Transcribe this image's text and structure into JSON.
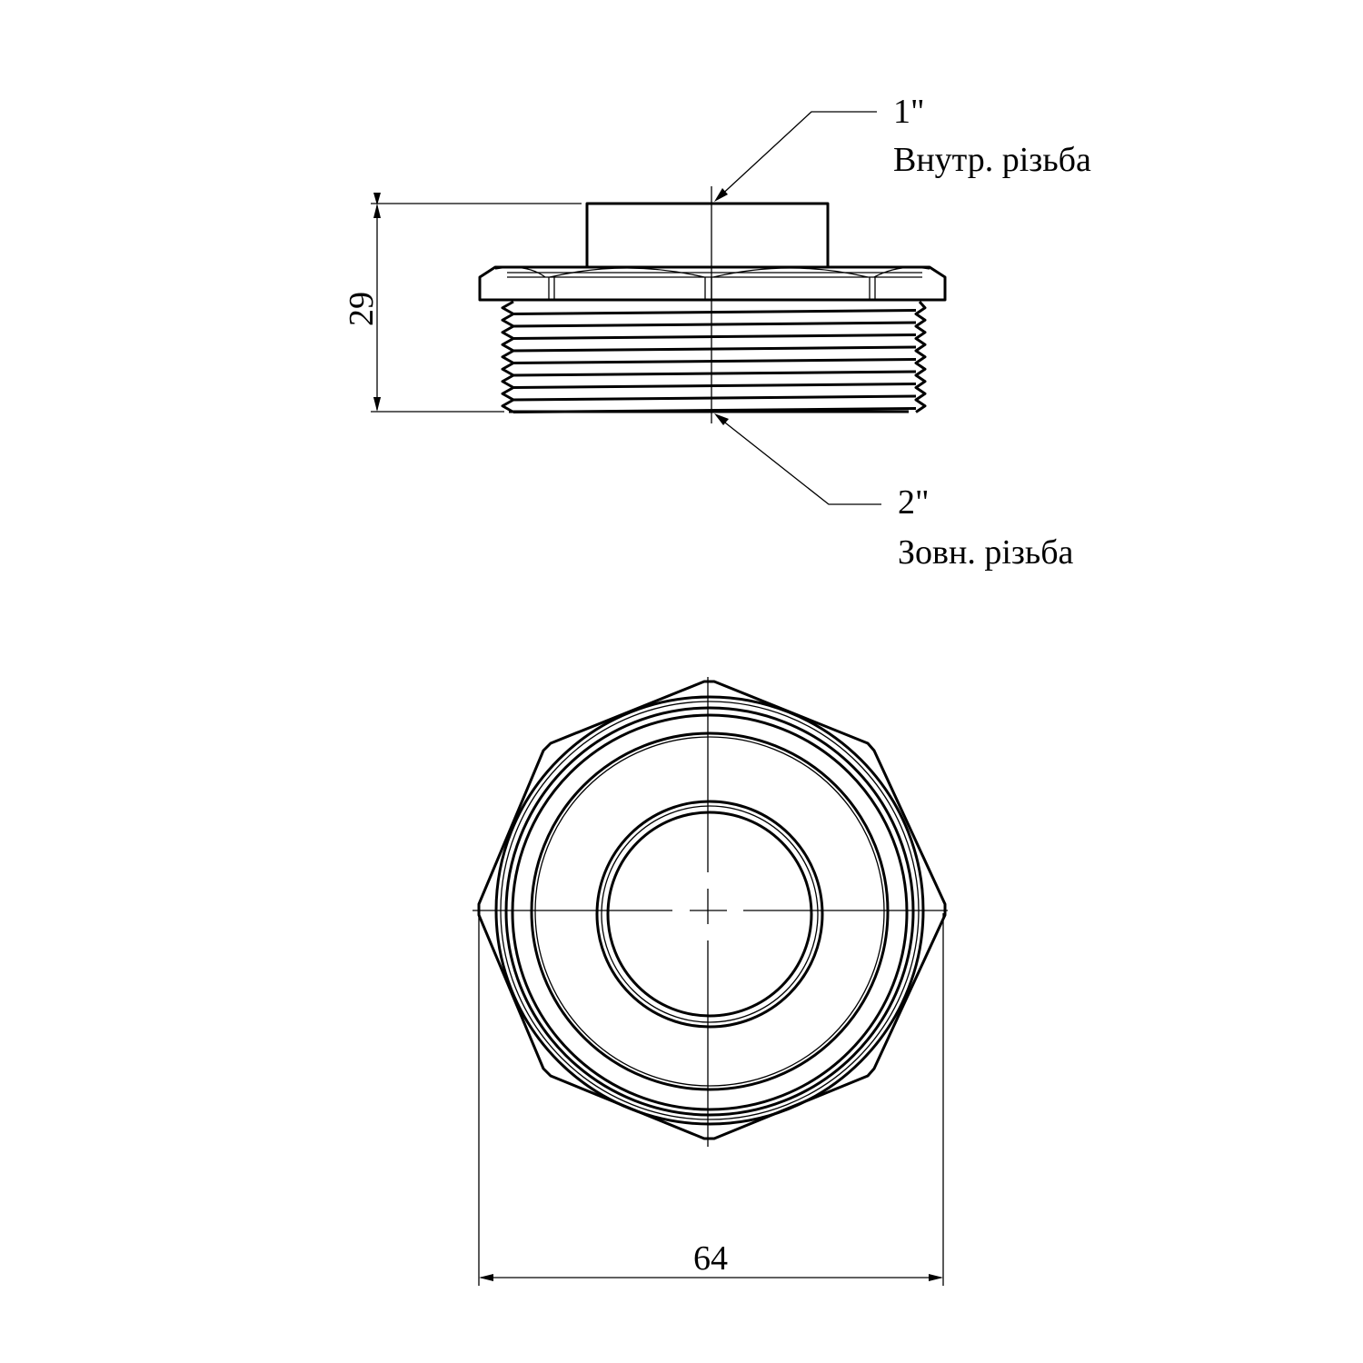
{
  "callouts": {
    "inner_size": "1\"",
    "inner_label": "Внутр. різьба",
    "outer_size": "2\"",
    "outer_label": "Зовн. різьба"
  },
  "dimensions": {
    "height": "29",
    "width": "64"
  }
}
